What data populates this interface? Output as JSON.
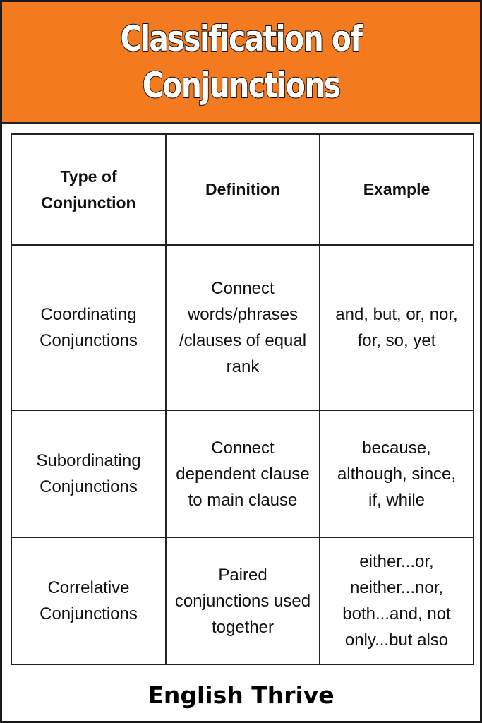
{
  "header": {
    "title_line1": "Classification of",
    "title_line2": "Conjunctions",
    "background": "#F47A20"
  },
  "table": {
    "columns": [
      "Type of Conjunction",
      "Definition",
      "Example"
    ],
    "rows": [
      {
        "type": "Coordinating Conjunctions",
        "definition": "Connect words/phrases /clauses of equal rank",
        "example": "and, but, or, nor, for, so, yet"
      },
      {
        "type": "Subordinating Conjunctions",
        "definition": "Connect dependent clause to main clause",
        "example": "because, although, since, if, while"
      },
      {
        "type": "Correlative Conjunctions",
        "definition": "Paired conjunctions used together",
        "example": "either...or, neither...nor, both...and, not only...but also"
      }
    ]
  },
  "footer": {
    "brand": "English Thrive"
  }
}
